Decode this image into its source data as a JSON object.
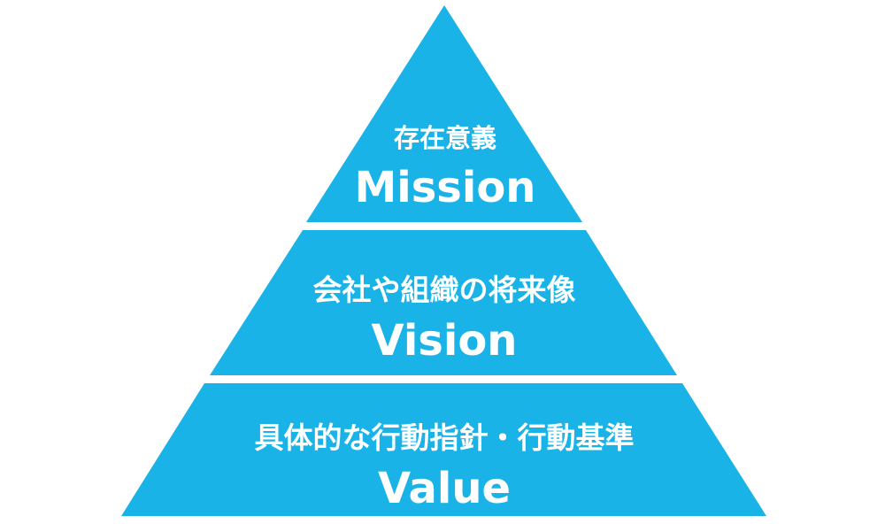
{
  "diagram": {
    "colors": {
      "tier_fill": "#1ab3e8",
      "text": "#ffffff",
      "background": "#ffffff"
    },
    "tiers": [
      {
        "label_jp": "存在意義",
        "label_en": "Mission"
      },
      {
        "label_jp": "会社や組織の将来像",
        "label_en": "Vision"
      },
      {
        "label_jp": "具体的な行動指針・行動基準",
        "label_en": "Value"
      }
    ]
  }
}
